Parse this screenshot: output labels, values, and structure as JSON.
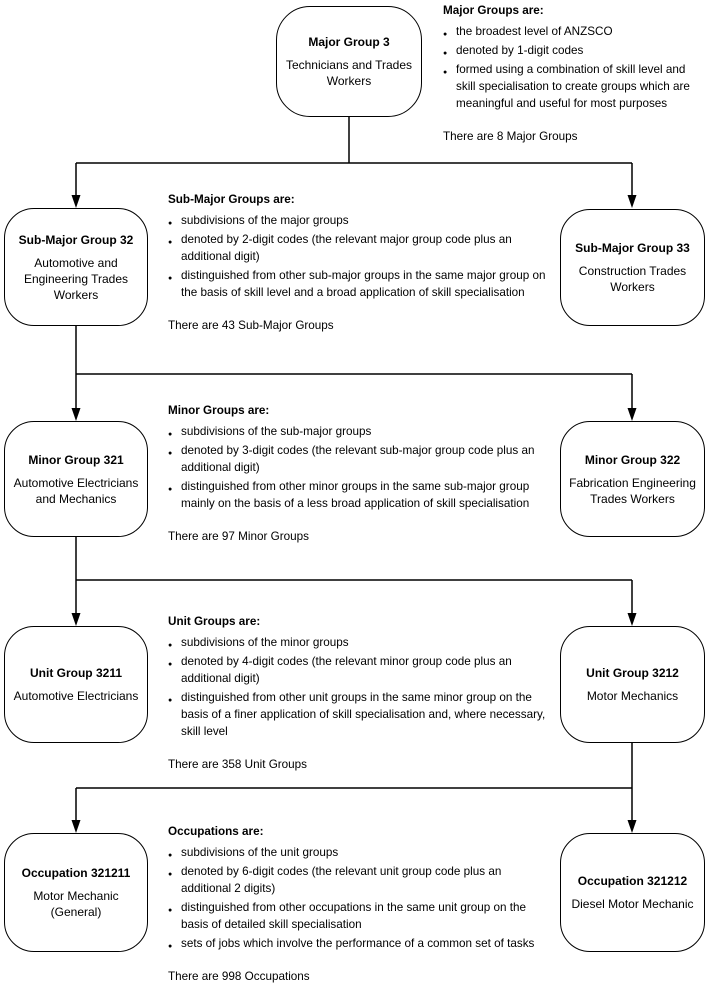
{
  "diagram": {
    "title_implied": "ANZSCO classification structure",
    "colors": {
      "line": "#000000",
      "box_border": "#000000",
      "background": "#ffffff",
      "text": "#000000"
    },
    "tiers": [
      {
        "level": "Major Group",
        "box": {
          "title": "Major Group 3",
          "subtitle": "Technicians and Trades Workers"
        },
        "info": {
          "heading": "Major Groups are:",
          "bullets": [
            "the broadest level of ANZSCO",
            "denoted by 1-digit codes",
            "formed using a combination of skill level and skill specialisation to create groups which are meaningful and useful for most purposes"
          ],
          "footer": "There are 8 Major Groups"
        }
      },
      {
        "level": "Sub-Major Group",
        "left_box": {
          "title": "Sub-Major Group 32",
          "subtitle": "Automotive and Engineering Trades Workers"
        },
        "right_box": {
          "title": "Sub-Major Group 33",
          "subtitle": "Construction Trades Workers"
        },
        "info": {
          "heading": "Sub-Major Groups are:",
          "bullets": [
            "subdivisions of the major groups",
            "denoted by 2-digit codes (the relevant major group code plus an additional digit)",
            "distinguished from other sub-major groups in the same major group on the basis of skill level and a broad application of skill specialisation"
          ],
          "footer": "There are 43 Sub-Major Groups"
        }
      },
      {
        "level": "Minor Group",
        "left_box": {
          "title": "Minor Group 321",
          "subtitle": "Automotive Electricians and Mechanics"
        },
        "right_box": {
          "title": "Minor Group 322",
          "subtitle": "Fabrication Engineering Trades Workers"
        },
        "info": {
          "heading": "Minor Groups are:",
          "bullets": [
            "subdivisions of the sub-major groups",
            "denoted by 3-digit codes (the relevant sub-major group code plus an additional digit)",
            "distinguished from other minor groups in the same sub-major group mainly on the basis of a less broad application of skill specialisation"
          ],
          "footer": "There are 97 Minor Groups"
        }
      },
      {
        "level": "Unit Group",
        "left_box": {
          "title": "Unit Group 3211",
          "subtitle": "Automotive Electricians"
        },
        "right_box": {
          "title": "Unit Group 3212",
          "subtitle": "Motor Mechanics"
        },
        "info": {
          "heading": "Unit Groups are:",
          "bullets": [
            "subdivisions of the minor groups",
            "denoted by 4-digit codes (the relevant minor group code plus an additional digit)",
            "distinguished from other unit groups in the same minor group on the basis of a finer application of skill specialisation and, where necessary, skill level"
          ],
          "footer": "There are 358 Unit Groups"
        }
      },
      {
        "level": "Occupation",
        "left_box": {
          "title": "Occupation 321211",
          "subtitle": "Motor Mechanic (General)"
        },
        "right_box": {
          "title": "Occupation 321212",
          "subtitle": "Diesel Motor Mechanic"
        },
        "info": {
          "heading": "Occupations are:",
          "bullets": [
            "subdivisions of the unit groups",
            "denoted by 6-digit codes (the relevant unit group code plus an additional 2 digits)",
            "distinguished from other occupations in the same unit group on the basis of detailed skill specialisation",
            "sets of jobs which involve the performance of a common set of tasks"
          ],
          "footer": "There are 998 Occupations"
        }
      }
    ]
  }
}
